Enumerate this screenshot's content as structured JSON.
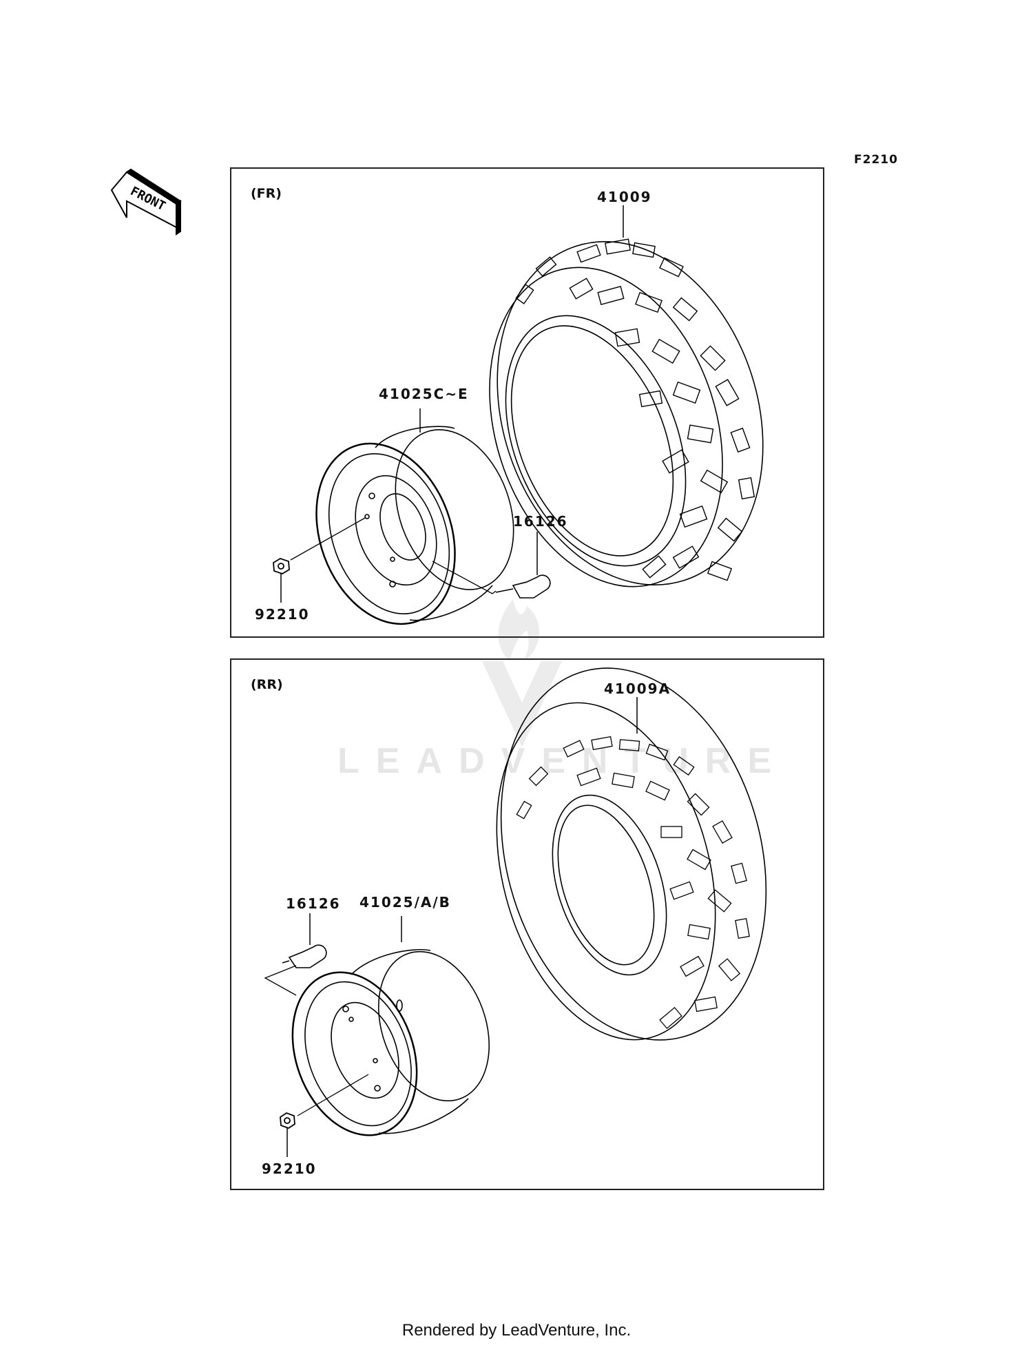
{
  "diagram": {
    "code": "F2210",
    "orientation_indicator": {
      "label": "FRONT",
      "icon": "front-arrow-icon"
    },
    "watermark": "LEADVENTURE",
    "panels": [
      {
        "label": "(FR)",
        "parts": [
          {
            "number": "41009",
            "description": "front tire"
          },
          {
            "number": "41025C~E",
            "description": "front wheel rim"
          },
          {
            "number": "16126",
            "description": "valve stem"
          },
          {
            "number": "92210",
            "description": "nut"
          }
        ]
      },
      {
        "label": "(RR)",
        "parts": [
          {
            "number": "41009A",
            "description": "rear tire"
          },
          {
            "number": "16126",
            "description": "valve stem"
          },
          {
            "number": "41025/A/B",
            "description": "rear wheel rim"
          },
          {
            "number": "92210",
            "description": "nut"
          }
        ]
      }
    ]
  },
  "footer": {
    "text": "Rendered by LeadVenture, Inc."
  }
}
